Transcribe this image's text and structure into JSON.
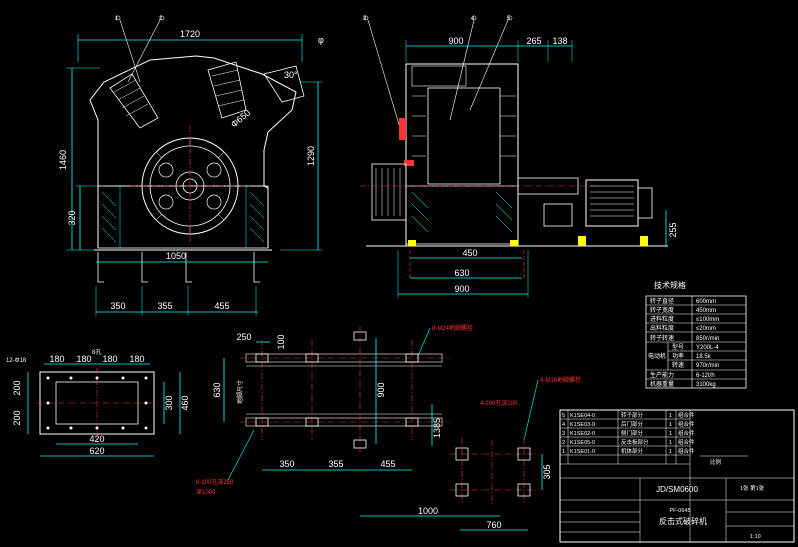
{
  "colors": {
    "background": "#000000",
    "cyan": "#00ffff",
    "white": "#ffffff",
    "red": "#ff3333",
    "yellow": "#ffff00",
    "magenta": "#ff00ff"
  },
  "front_view": {
    "balloons": [
      "1",
      "2"
    ],
    "dim_width": "1720",
    "dim_height_total": "1460",
    "dim_height_lower": "320",
    "dim_height_right": "1290",
    "dim_base": "1050",
    "dim_foot_spacing": [
      "350",
      "355",
      "455"
    ],
    "dim_rotor": "Φ650",
    "dim_angle": "30°",
    "flow_marker": "φ"
  },
  "side_view": {
    "balloons": [
      "3",
      "4",
      "5"
    ],
    "dim_top": [
      "900",
      "265",
      "138"
    ],
    "dim_bottom": [
      "450",
      "630",
      "900"
    ],
    "dim_right": "255"
  },
  "spec_table": {
    "title": "技术规格",
    "rows": [
      {
        "label": "转子直径",
        "value": "600mm"
      },
      {
        "label": "转子宽度",
        "value": "450mm"
      },
      {
        "label": "进料粒度",
        "value": "≤100mm"
      },
      {
        "label": "出料粒度",
        "value": "≤20mm"
      },
      {
        "label": "转子转速",
        "value": "850r/min"
      },
      {
        "group": "电动机",
        "label": "型号",
        "value": "Y200L-4"
      },
      {
        "group": "",
        "label": "功率",
        "value": "18.5k"
      },
      {
        "group": "",
        "label": "转速",
        "value": "970r/min"
      },
      {
        "label": "生产能力",
        "value": "6-12t/h"
      },
      {
        "label": "机器重量",
        "value": "3100kg"
      }
    ]
  },
  "flange_view": {
    "dim_top": "8孔",
    "dim_left_note": "12-Φ18",
    "dim_cells": [
      "180",
      "180",
      "180",
      "180"
    ],
    "dim_height_left": [
      "200",
      "200"
    ],
    "dim_height_right": [
      "300",
      "460"
    ],
    "dim_inner": "420",
    "dim_outer": "620"
  },
  "foundation_view": {
    "note_bolts": "8-M24地脚螺栓",
    "dim_top": [
      "250",
      "100"
    ],
    "dim_left": "630",
    "dim_left_label": "地脚尺寸",
    "dim_center": "900",
    "dim_right": "1385",
    "dim_bottom": [
      "350",
      "355",
      "455"
    ],
    "dim_length": "1000",
    "note_holes": "8-100孔深250",
    "note_holes2": "深1000"
  },
  "motor_base_view": {
    "note_bolts": "4-M16地脚螺栓",
    "note_holes": "4-200孔深200",
    "dim_right": "305",
    "dim_bottom": "760"
  },
  "bom": {
    "rows": [
      {
        "no": "5",
        "code": "K1SE04-0",
        "name": "转子部分",
        "qty": "1",
        "mat": "组合件"
      },
      {
        "no": "4",
        "code": "K1SE03-0",
        "name": "后门部分",
        "qty": "1",
        "mat": "组合件"
      },
      {
        "no": "3",
        "code": "K1SE02-0",
        "name": "侧门部分",
        "qty": "1",
        "mat": "组合件"
      },
      {
        "no": "2",
        "code": "K1SE05-0",
        "name": "反击板部分",
        "qty": "1",
        "mat": "组合件"
      },
      {
        "no": "1",
        "code": "K1SE01-0",
        "name": "机体部分",
        "qty": "1",
        "mat": "组合件"
      }
    ],
    "drawing_no": "JD/SM0600",
    "product_code": "PF-0645",
    "product_name": "反击式破碎机",
    "sheet_note": "1张 第1张",
    "scale_label": "1:10",
    "rev": "比例"
  }
}
